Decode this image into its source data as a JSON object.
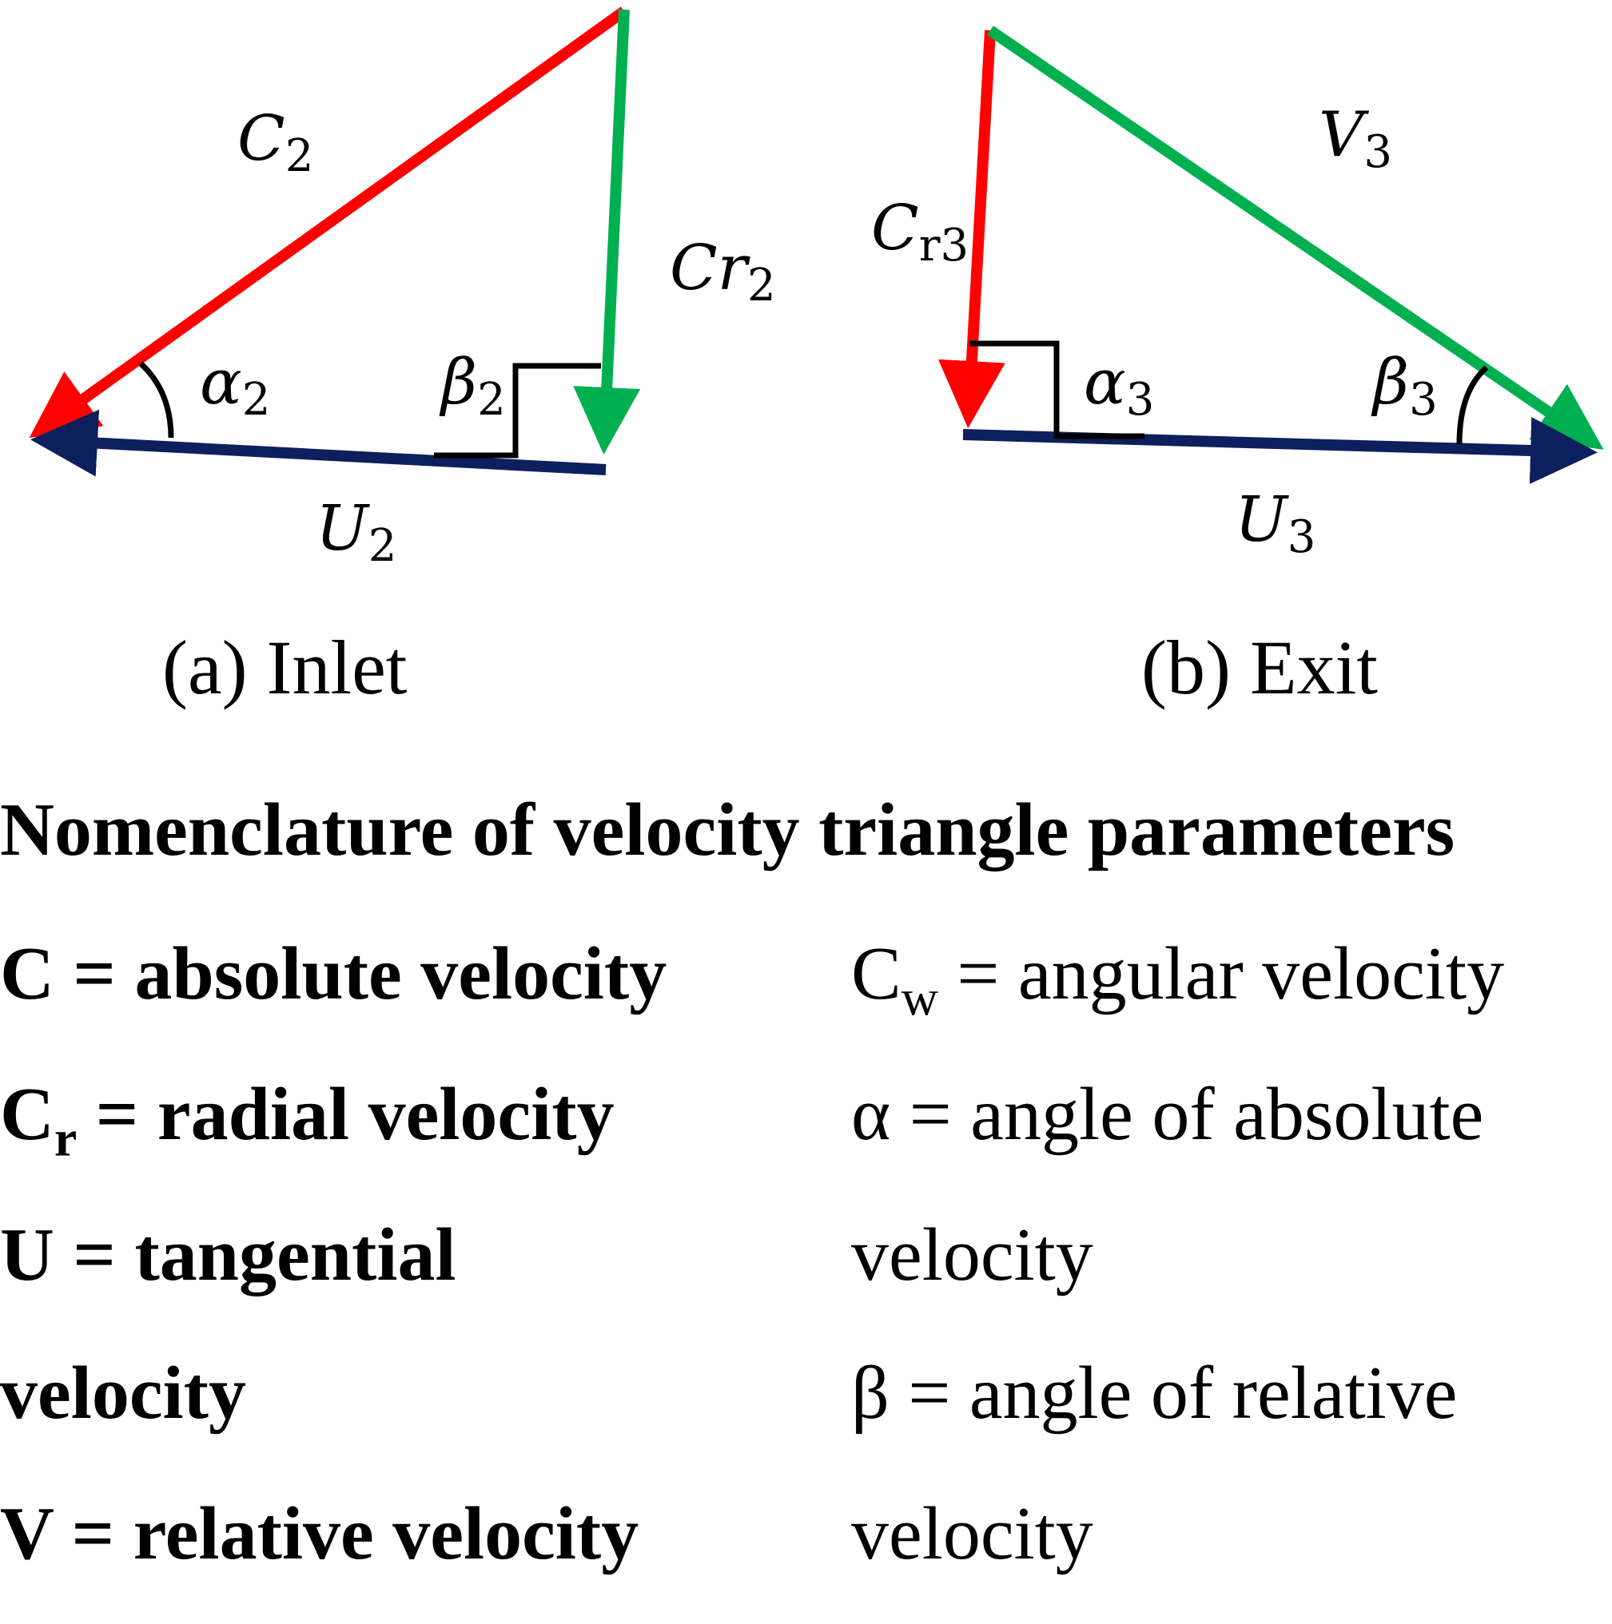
{
  "inlet": {
    "caption": "(a)  Inlet",
    "labels": {
      "c_main": "C",
      "c_sub": "2",
      "cr_main": "Cr",
      "cr_sub": "2",
      "u_main": "U",
      "u_sub": "2",
      "alpha_main": "α",
      "alpha_sub": "2",
      "beta_main": "β",
      "beta_sub": "2"
    }
  },
  "exit": {
    "caption": "(b) Exit",
    "labels": {
      "v_main": "V",
      "v_sub": "3",
      "cr_main": "C",
      "cr_sub": "r3",
      "u_main": "U",
      "u_sub": "3",
      "alpha_main": "α",
      "alpha_sub": "3",
      "beta_main": "β",
      "beta_sub": "3"
    }
  },
  "colors": {
    "absolute_velocity": "#ff0000",
    "relative_velocity": "#00b050",
    "tangential_velocity": "#0d1f5c",
    "right_angle_marker": "#000000"
  },
  "nomenclature": {
    "title": "Nomenclature of velocity triangle parameters",
    "left": [
      {
        "main": "C = absolute velocity"
      },
      {
        "main": "C",
        "sub": "r",
        "rest": " = radial velocity"
      },
      {
        "main": "U = tangential"
      },
      {
        "main": "velocity"
      },
      {
        "main": "V = relative velocity"
      }
    ],
    "right": [
      {
        "main": "C",
        "sub": "w",
        "rest": " = angular velocity"
      },
      {
        "main": "α = angle of absolute"
      },
      {
        "main": "velocity"
      },
      {
        "main": "β = angle of relative"
      },
      {
        "main": "velocity"
      }
    ]
  }
}
